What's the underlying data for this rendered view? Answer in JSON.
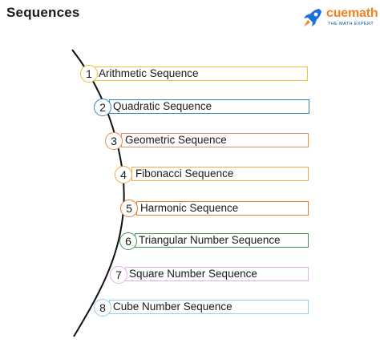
{
  "title": "Sequences",
  "logo": {
    "name": "cuemath",
    "tagline": "THE MATH EXPERT",
    "rocket_color": "#1e6fd9",
    "flame_color": "#f58220"
  },
  "curve_color": "#111111",
  "items": [
    {
      "number": "1",
      "label": "Arithmetic Sequence",
      "color": "#f0c23c"
    },
    {
      "number": "2",
      "label": "Quadratic Sequence",
      "color": "#2f87c8"
    },
    {
      "number": "3",
      "label": "Geometric Sequence",
      "color": "#ef8a4d"
    },
    {
      "number": "4",
      "label": "Fibonacci Sequence",
      "color": "#f2a94a"
    },
    {
      "number": "5",
      "label": "Harmonic Sequence",
      "color": "#e6782f"
    },
    {
      "number": "6",
      "label": "Triangular Number Sequence",
      "color": "#3f9a54"
    },
    {
      "number": "7",
      "label": "Square Number Sequence",
      "color": "#ddb6e6"
    },
    {
      "number": "8",
      "label": "Cube Number Sequence",
      "color": "#8fd2ea"
    }
  ]
}
